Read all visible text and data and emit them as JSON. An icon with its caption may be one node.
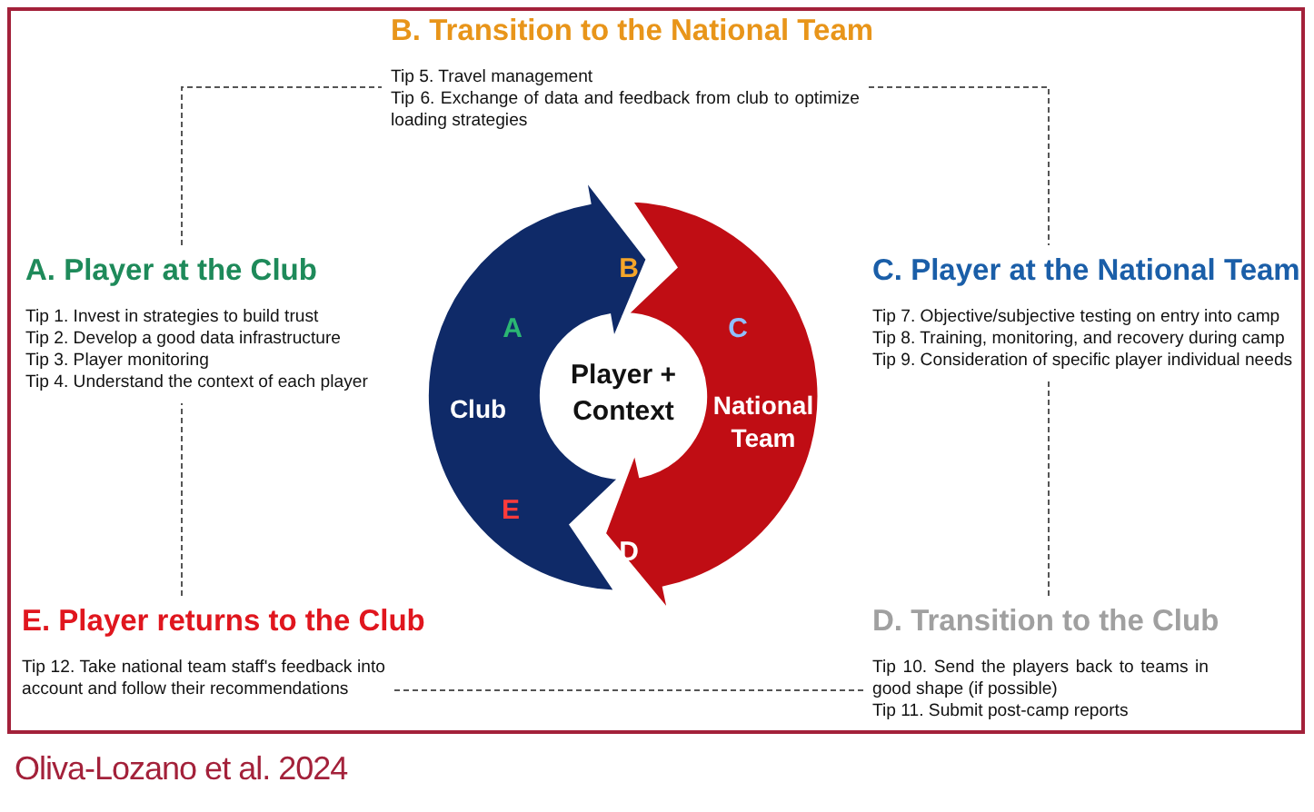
{
  "diagram": {
    "caption": "Oliva-Lozano et al. 2024",
    "nodes": [
      {
        "text": [
          "B. Transition to the National Team",
          "Tip 5. Travel management",
          "Tip 6. Exchange of data and feedback from club to optimize loading strategies"
        ]
      },
      {
        "text": [
          "A. Player at the Club",
          "Tip 1. Invest in strategies to build trust",
          "Tip 2. Develop a good data infrastructure",
          "Tip 3. Player monitoring",
          "Tip 4. Understand the context of each player"
        ]
      },
      {
        "text": [
          "Club"
        ]
      },
      {
        "text": [
          "Player + Context"
        ]
      },
      {
        "text": [
          "National Team"
        ]
      },
      {
        "text": [
          "C. Player at the National Team",
          "Tip 7. Objective/subjective testing on entry into camp",
          "Tip 8. Training, monitoring, and recovery during camp",
          "Tip 9. Consideration of specific player individual needs"
        ]
      },
      {
        "text": [
          "E. Player returns to the Club",
          "Tip 12. Take national team staff's feedback into account and follow their recommendations"
        ]
      },
      {
        "text": [
          "D. Transition to the Club",
          "Tip 10. Send the players back to teams in good shape (if possible)",
          "Tip 11. Submit post-camp reports"
        ]
      }
    ],
    "edges": [
      {
        "from": 1,
        "to": 0,
        "arrow": "none",
        "style": "dashed"
      },
      {
        "from": 0,
        "to": 5,
        "arrow": "none",
        "style": "dashed"
      },
      {
        "from": 5,
        "to": 7,
        "arrow": "none",
        "style": "dashed"
      },
      {
        "from": 7,
        "to": 6,
        "arrow": "none",
        "style": "dashed"
      },
      {
        "from": 6,
        "to": 1,
        "arrow": "none",
        "style": "dashed"
      }
    ],
    "labels": [
      "B",
      "A",
      "C",
      "E",
      "D"
    ]
  }
}
